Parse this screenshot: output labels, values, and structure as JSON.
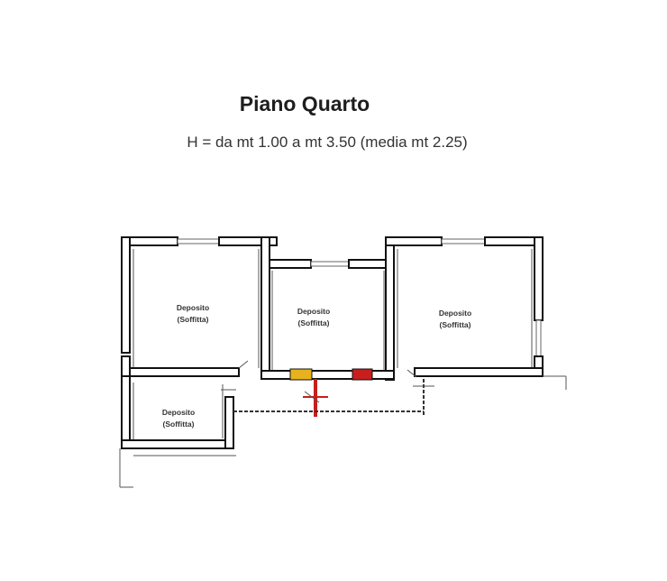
{
  "header": {
    "title": "Piano Quarto",
    "subtitle": "H = da mt 1.00 a mt 3.50 (media mt 2.25)"
  },
  "rooms": [
    {
      "name": "Deposito",
      "note": "(Soffitta)"
    },
    {
      "name": "Deposito",
      "note": "(Soffitta)"
    },
    {
      "name": "Deposito",
      "note": "(Soffitta)"
    },
    {
      "name": "Deposito",
      "note": "(Soffitta)"
    }
  ],
  "plan_colors": {
    "wall": "#111111",
    "yellow_element": "#e8b21e",
    "red_element": "#c81e1e"
  }
}
